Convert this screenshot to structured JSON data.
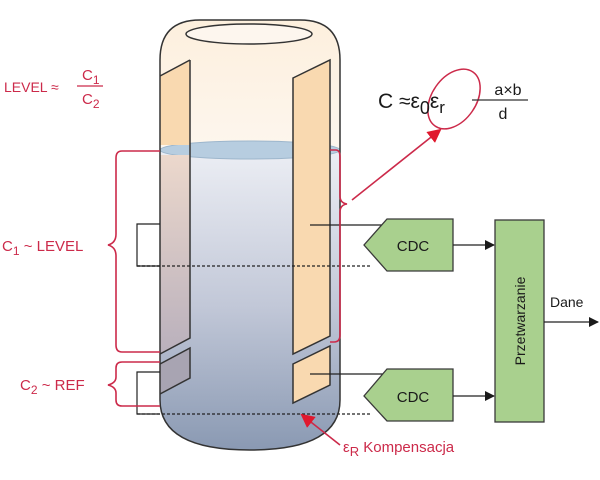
{
  "labels": {
    "level_ratio": {
      "lhs": "LEVEL ≈",
      "num": "C",
      "num_sub": "1",
      "den": "C",
      "den_sub": "2"
    },
    "c1_level": {
      "main": "C",
      "sub": "1",
      "rest": " ~ LEVEL"
    },
    "c2_ref": {
      "main": "C",
      "sub": "2",
      "rest": " ~ REF"
    },
    "formula": {
      "lhs": "C ≈",
      "eps0": "ε",
      "eps0_sub": "0",
      "epsr": "ε",
      "epsr_sub": "r",
      "num": "a×b",
      "den": "d"
    },
    "compensation": {
      "eps": "ε",
      "sub": "R",
      "rest": " Kompensacja"
    },
    "cdc_top": "CDC",
    "cdc_bottom": "CDC",
    "processing": "Przetwarzanie",
    "output": "Dane"
  },
  "colors": {
    "red": "#cc2a4a",
    "electrode": "#f9d9b0",
    "liquid_surface": "#b7cde0",
    "block_fill": "#a9d08e",
    "block_stroke": "#3a3a3a"
  }
}
